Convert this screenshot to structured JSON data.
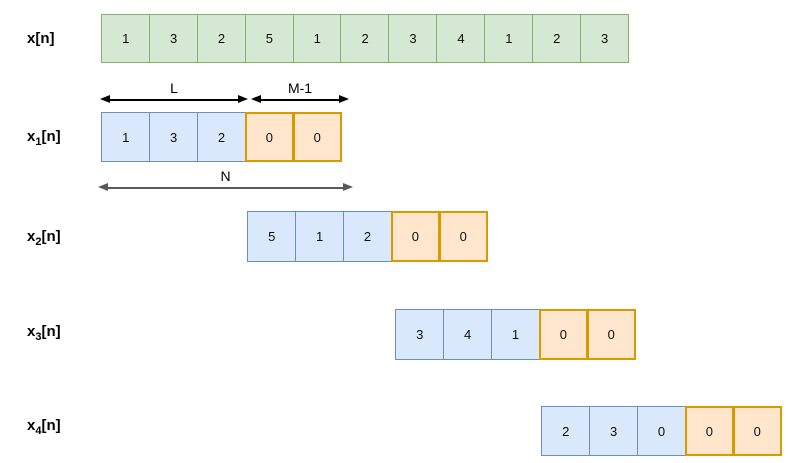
{
  "colors": {
    "green_fill": "#d5e8d4",
    "green_stroke": "#82b366",
    "blue_fill": "#dae8fc",
    "blue_stroke": "#6c8ebf",
    "orange_fill": "#ffe6cc",
    "orange_stroke": "#d79b00",
    "arrow_black": "#000000",
    "arrow_gray": "#595959"
  },
  "annotations": {
    "L": "L",
    "M1": "M-1",
    "N": "N"
  },
  "rows": [
    {
      "label": {
        "base": "x",
        "sub": "",
        "bracket": "[n]"
      },
      "cells": [
        {
          "value": "1",
          "color": "green"
        },
        {
          "value": "3",
          "color": "green"
        },
        {
          "value": "2",
          "color": "green"
        },
        {
          "value": "5",
          "color": "green"
        },
        {
          "value": "1",
          "color": "green"
        },
        {
          "value": "2",
          "color": "green"
        },
        {
          "value": "3",
          "color": "green"
        },
        {
          "value": "4",
          "color": "green"
        },
        {
          "value": "1",
          "color": "green"
        },
        {
          "value": "2",
          "color": "green"
        },
        {
          "value": "3",
          "color": "green"
        }
      ]
    },
    {
      "label": {
        "base": "x",
        "sub": "1",
        "bracket": "[n]"
      },
      "cells": [
        {
          "value": "1",
          "color": "blue"
        },
        {
          "value": "3",
          "color": "blue"
        },
        {
          "value": "2",
          "color": "blue"
        },
        {
          "value": "0",
          "color": "orange"
        },
        {
          "value": "0",
          "color": "orange"
        }
      ]
    },
    {
      "label": {
        "base": "x",
        "sub": "2",
        "bracket": "[n]"
      },
      "cells": [
        {
          "value": "5",
          "color": "blue"
        },
        {
          "value": "1",
          "color": "blue"
        },
        {
          "value": "2",
          "color": "blue"
        },
        {
          "value": "0",
          "color": "orange"
        },
        {
          "value": "0",
          "color": "orange"
        }
      ]
    },
    {
      "label": {
        "base": "x",
        "sub": "3",
        "bracket": "[n]"
      },
      "cells": [
        {
          "value": "3",
          "color": "blue"
        },
        {
          "value": "4",
          "color": "blue"
        },
        {
          "value": "1",
          "color": "blue"
        },
        {
          "value": "0",
          "color": "orange"
        },
        {
          "value": "0",
          "color": "orange"
        }
      ]
    },
    {
      "label": {
        "base": "x",
        "sub": "4",
        "bracket": "[n]"
      },
      "cells": [
        {
          "value": "2",
          "color": "blue"
        },
        {
          "value": "3",
          "color": "blue"
        },
        {
          "value": "0",
          "color": "blue"
        },
        {
          "value": "0",
          "color": "orange"
        },
        {
          "value": "0",
          "color": "orange"
        }
      ]
    }
  ]
}
